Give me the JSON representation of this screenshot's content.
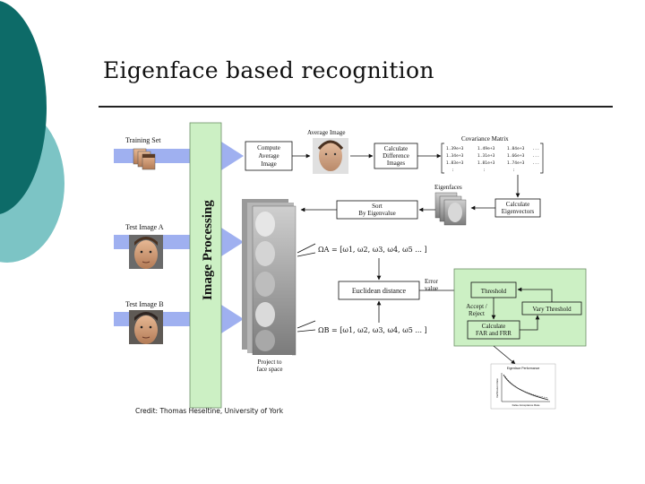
{
  "slide": {
    "title": "Eigenface based recognition",
    "credit": "Credit: Thomas Heseltine, University of York"
  },
  "diagram": {
    "inputs": {
      "training_set": "Training Set",
      "test_a": "Test Image A",
      "test_b": "Test Image B"
    },
    "image_processing": "Image Processing",
    "compute_average": [
      "Compute",
      "Average",
      "Image"
    ],
    "average_image": "Average Image",
    "calc_difference": [
      "Calculate",
      "Difference",
      "Images"
    ],
    "covariance_title": "Covariance Matrix",
    "covariance_rows": [
      [
        "1.39e+3",
        "1.49e+3",
        "1.84e+3",
        "..."
      ],
      [
        "1.34e+3",
        "1.31e+3",
        "1.66e+3",
        "..."
      ],
      [
        "1.83e+3",
        "1.81e+3",
        "1.74e+3",
        "..."
      ],
      [
        ":",
        ":",
        ":",
        ""
      ]
    ],
    "eigenfaces": "Eigenfaces",
    "sort": [
      "Sort",
      "By Eigenvalue"
    ],
    "calc_eigenvectors": [
      "Calculate",
      "Eigenvectors"
    ],
    "omega_a": "ΩA = [ω1, ω2, ω3, ω4, ω5 ... ]",
    "omega_b": "ΩB = [ω1, ω2, ω3, ω4, ω5 ... ]",
    "euclidean": "Euclidean distance",
    "error_value": [
      "Error",
      "value"
    ],
    "threshold": "Threshold",
    "accept_reject": [
      "Accept /",
      "Reject"
    ],
    "vary_threshold": "Vary Threshold",
    "calc_far_frr": [
      "Calculate",
      "FAR and FRR"
    ],
    "project": [
      "Project to",
      "face space"
    ],
    "mini_chart": {
      "title": "Eigenface Performance",
      "ylabel": "Verification Rate",
      "xlabel": "False Acceptance Rate"
    }
  },
  "colors": {
    "teal_dark": "#0d6b68",
    "teal_light": "#7cc4c5",
    "green_box": "#ccf0c4",
    "arrow_blue": "#9fb0f0"
  }
}
